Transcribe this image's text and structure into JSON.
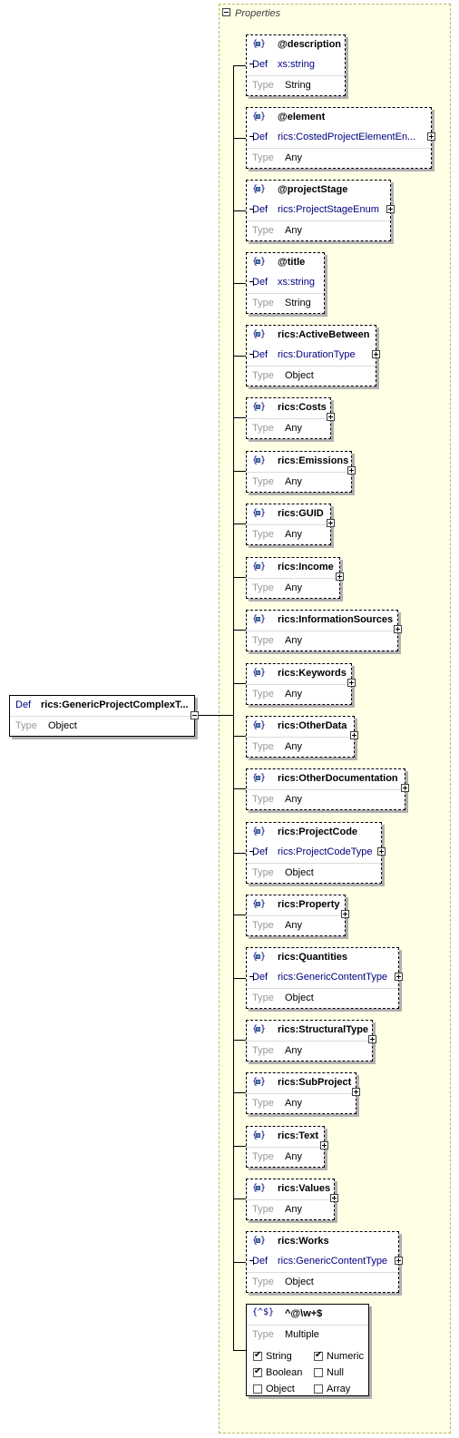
{
  "root": {
    "def_label": "Def",
    "name": "rics:GenericProjectComplexT...",
    "type_label": "Type",
    "type_value": "Object"
  },
  "panel": {
    "title": "Properties"
  },
  "properties": [
    {
      "name": "@description",
      "def": "xs:string",
      "type": "String",
      "style": "dashed",
      "expandable": false
    },
    {
      "name": "@element",
      "def": "rics:CostedProjectElementEn...",
      "type": "Any",
      "style": "dashed",
      "expandable": true
    },
    {
      "name": "@projectStage",
      "def": "rics:ProjectStageEnum",
      "type": "Any",
      "style": "dashed",
      "expandable": true
    },
    {
      "name": "@title",
      "def": "xs:string",
      "type": "String",
      "style": "dashed",
      "expandable": false
    },
    {
      "name": "rics:ActiveBetween",
      "def": "rics:DurationType",
      "type": "Object",
      "style": "dashed",
      "expandable": true
    },
    {
      "name": "rics:Costs",
      "def": null,
      "type": "Any",
      "style": "dashed",
      "expandable": true
    },
    {
      "name": "rics:Emissions",
      "def": null,
      "type": "Any",
      "style": "dashed",
      "expandable": true
    },
    {
      "name": "rics:GUID",
      "def": null,
      "type": "Any",
      "style": "dashed",
      "expandable": true
    },
    {
      "name": "rics:Income",
      "def": null,
      "type": "Any",
      "style": "dashed",
      "expandable": true
    },
    {
      "name": "rics:InformationSources",
      "def": null,
      "type": "Any",
      "style": "dashed",
      "expandable": true
    },
    {
      "name": "rics:Keywords",
      "def": null,
      "type": "Any",
      "style": "dashed",
      "expandable": true
    },
    {
      "name": "rics:OtherData",
      "def": null,
      "type": "Any",
      "style": "dashed",
      "expandable": true
    },
    {
      "name": "rics:OtherDocumentation",
      "def": null,
      "type": "Any",
      "style": "dashed",
      "expandable": true
    },
    {
      "name": "rics:ProjectCode",
      "def": "rics:ProjectCodeType",
      "type": "Object",
      "style": "dashed",
      "expandable": true
    },
    {
      "name": "rics:Property",
      "def": null,
      "type": "Any",
      "style": "dashed",
      "expandable": true
    },
    {
      "name": "rics:Quantities",
      "def": "rics:GenericContentType",
      "type": "Object",
      "style": "dashed",
      "expandable": true
    },
    {
      "name": "rics:StructuralType",
      "def": null,
      "type": "Any",
      "style": "dashed",
      "expandable": true
    },
    {
      "name": "rics:SubProject",
      "def": null,
      "type": "Any",
      "style": "dashed",
      "expandable": true
    },
    {
      "name": "rics:Text",
      "def": null,
      "type": "Any",
      "style": "dashed",
      "expandable": true
    },
    {
      "name": "rics:Values",
      "def": null,
      "type": "Any",
      "style": "dashed",
      "expandable": true
    },
    {
      "name": "rics:Works",
      "def": "rics:GenericContentType",
      "type": "Object",
      "style": "dashed",
      "expandable": true
    }
  ],
  "labels": {
    "def": "Def",
    "type": "Type"
  },
  "pattern": {
    "icon": "{^$}",
    "name": "^@\\w+$",
    "type_label": "Type",
    "type_value": "Multiple",
    "checks": [
      {
        "label": "String",
        "checked": true
      },
      {
        "label": "Numeric",
        "checked": true
      },
      {
        "label": "Boolean",
        "checked": true
      },
      {
        "label": "Null",
        "checked": false
      },
      {
        "label": "Object",
        "checked": false
      },
      {
        "label": "Array",
        "checked": false
      }
    ]
  }
}
